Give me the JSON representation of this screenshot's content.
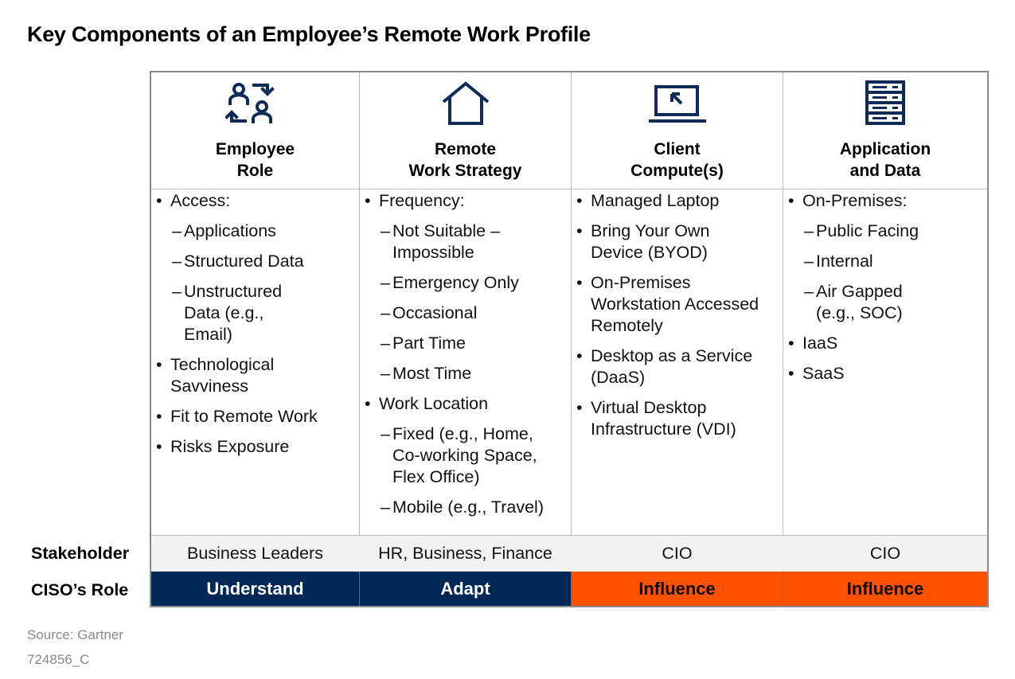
{
  "title": "Key Components of an Employee’s Remote Work Profile",
  "colors": {
    "icon": "#0f2a56",
    "navy": "#002856",
    "orange": "#ff5200",
    "border": "#8a8a8a",
    "stakeholder_bg": "#f2f2f2"
  },
  "row_labels": {
    "stakeholder": "Stakeholder",
    "ciso_role": "CISO’s Role"
  },
  "columns": [
    {
      "icon": "people-exchange-icon",
      "title_line1": "Employee",
      "title_line2": "Role",
      "items": [
        {
          "text": "Access:",
          "subs": [
            "Applications",
            "Structured Data",
            "Unstructured Data (e.g., Email)"
          ]
        },
        {
          "text": "Technological Savviness",
          "subs": []
        },
        {
          "text": "Fit to Remote Work",
          "subs": []
        },
        {
          "text": "Risks Exposure",
          "subs": []
        }
      ],
      "stakeholder": "Business Leaders",
      "ciso_role": "Understand"
    },
    {
      "icon": "house-icon",
      "title_line1": "Remote",
      "title_line2": "Work Strategy",
      "items": [
        {
          "text": "Frequency:",
          "subs": [
            "Not Suitable – Impossible",
            "Emergency Only",
            "Occasional",
            "Part Time",
            "Most Time"
          ]
        },
        {
          "text": "Work Location",
          "subs": [
            "Fixed (e.g., Home, Co-working Space, Flex Office)",
            "Mobile (e.g., Travel)"
          ]
        }
      ],
      "stakeholder": "HR, Business, Finance",
      "ciso_role": "Adapt"
    },
    {
      "icon": "laptop-icon",
      "title_line1": "Client",
      "title_line2": "Compute(s)",
      "items": [
        {
          "text": "Managed Laptop",
          "subs": []
        },
        {
          "text": "Bring Your Own Device (BYOD)",
          "subs": []
        },
        {
          "text": "On-Premises Workstation Accessed Remotely",
          "subs": []
        },
        {
          "text": "Desktop as a Service (DaaS)",
          "subs": []
        },
        {
          "text": "Virtual Desktop Infrastructure (VDI)",
          "subs": []
        }
      ],
      "stakeholder": "CIO",
      "ciso_role": "Influence"
    },
    {
      "icon": "server-icon",
      "title_line1": "Application",
      "title_line2": "and Data",
      "items": [
        {
          "text": "On-Premises:",
          "subs": [
            "Public Facing",
            "Internal",
            "Air Gapped (e.g., SOC)"
          ]
        },
        {
          "text": "IaaS",
          "subs": []
        },
        {
          "text": "SaaS",
          "subs": []
        }
      ],
      "stakeholder": "CIO",
      "ciso_role": "Influence"
    }
  ],
  "source": "Source: Gartner",
  "code": "724856_C"
}
